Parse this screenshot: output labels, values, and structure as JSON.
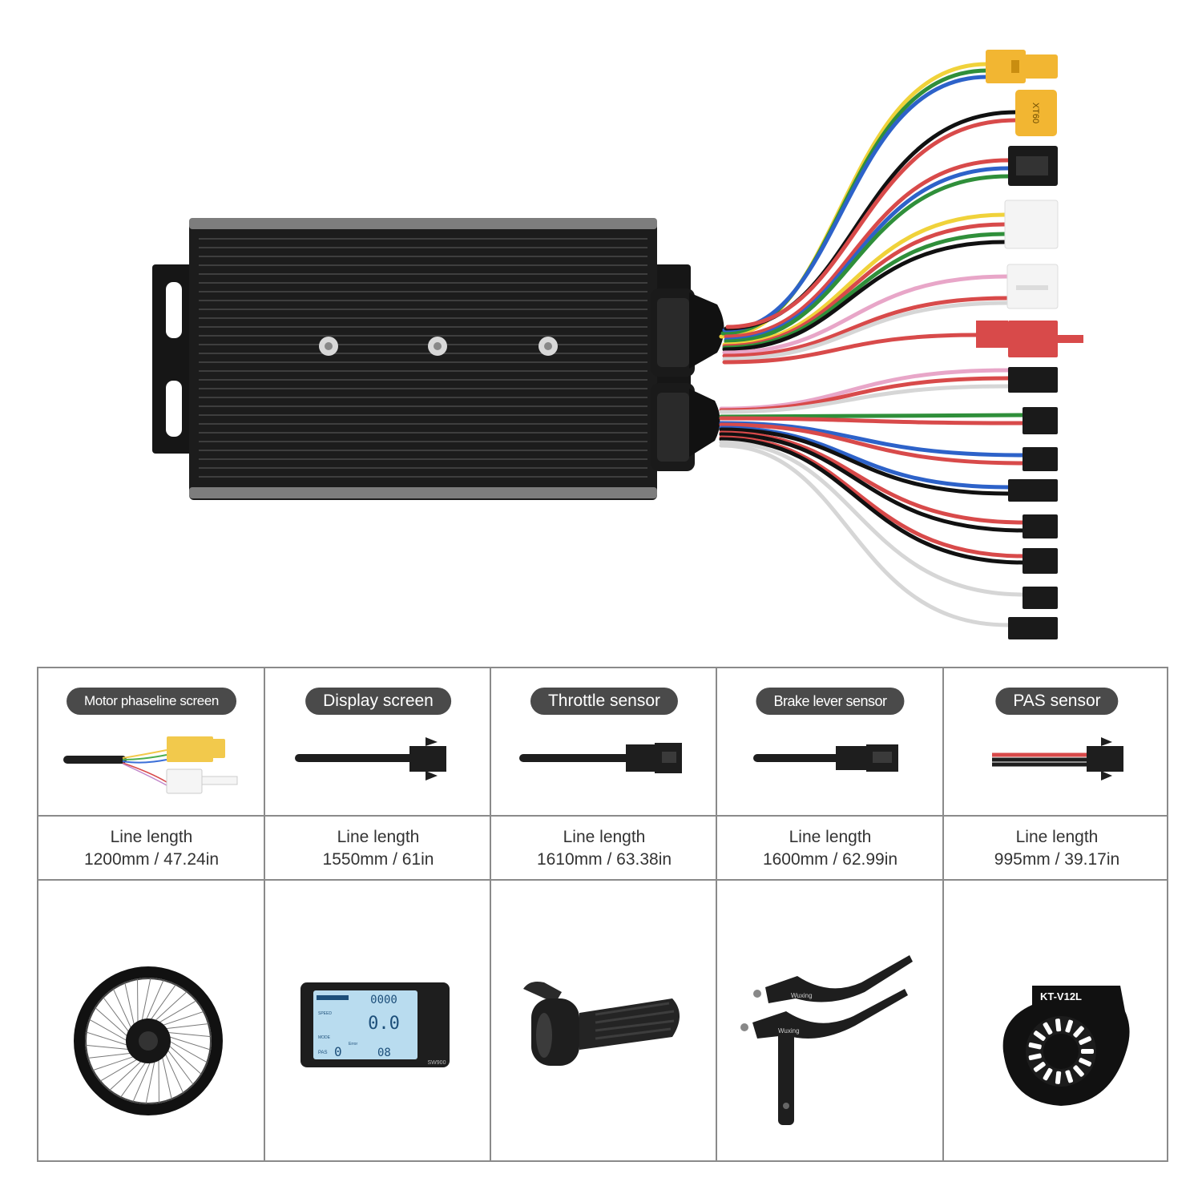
{
  "columns": [
    {
      "title": "Motor phaseline screen",
      "length_label": "Line length",
      "length_value": "1200mm / 47.24in",
      "product": "hub-motor-wheel"
    },
    {
      "title": "Display screen",
      "length_label": "Line length",
      "length_value": "1550mm / 61in",
      "product": "lcd-display"
    },
    {
      "title": "Throttle sensor",
      "length_label": "Line length",
      "length_value": "1610mm / 63.38in",
      "product": "twist-throttle"
    },
    {
      "title": "Brake lever sensor",
      "length_label": "Line length",
      "length_value": "1600mm / 62.99in",
      "product": "brake-levers"
    },
    {
      "title": "PAS sensor",
      "length_label": "Line length",
      "length_value": "995mm / 39.17in",
      "product": "pas-sensor"
    }
  ],
  "display": {
    "odo": "0000",
    "speed": "0.0",
    "speed_label": "SPEED",
    "mode_label": "MODE",
    "pas_label": "PAS",
    "pas_level": "0",
    "error_label": "Error",
    "error_code": "08",
    "model": "SW900"
  },
  "pas_sensor_model": "KT-V12L",
  "connector_label": "XT60",
  "brake_brand": "Wuxing",
  "colors": {
    "pill_bg": "#4a4a4a",
    "border": "#8a8a8a",
    "controller_body": "#1c1c1c",
    "xt_connector": "#f2b632",
    "lcd_screen": "#b9dcef"
  }
}
